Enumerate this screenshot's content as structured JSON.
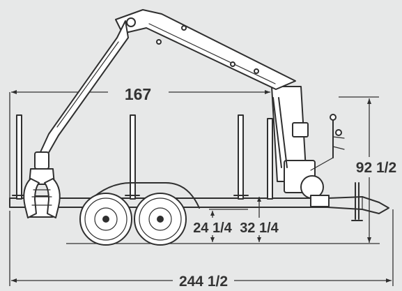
{
  "dimensions": {
    "crane_reach": "167",
    "overall_height": "92 1/2",
    "ground_clearance": "24 1/4",
    "frame_height": "32 1/4",
    "overall_length": "244 1/2"
  },
  "colors": {
    "background": "#e7e8e8",
    "line": "#2f2f2f"
  }
}
